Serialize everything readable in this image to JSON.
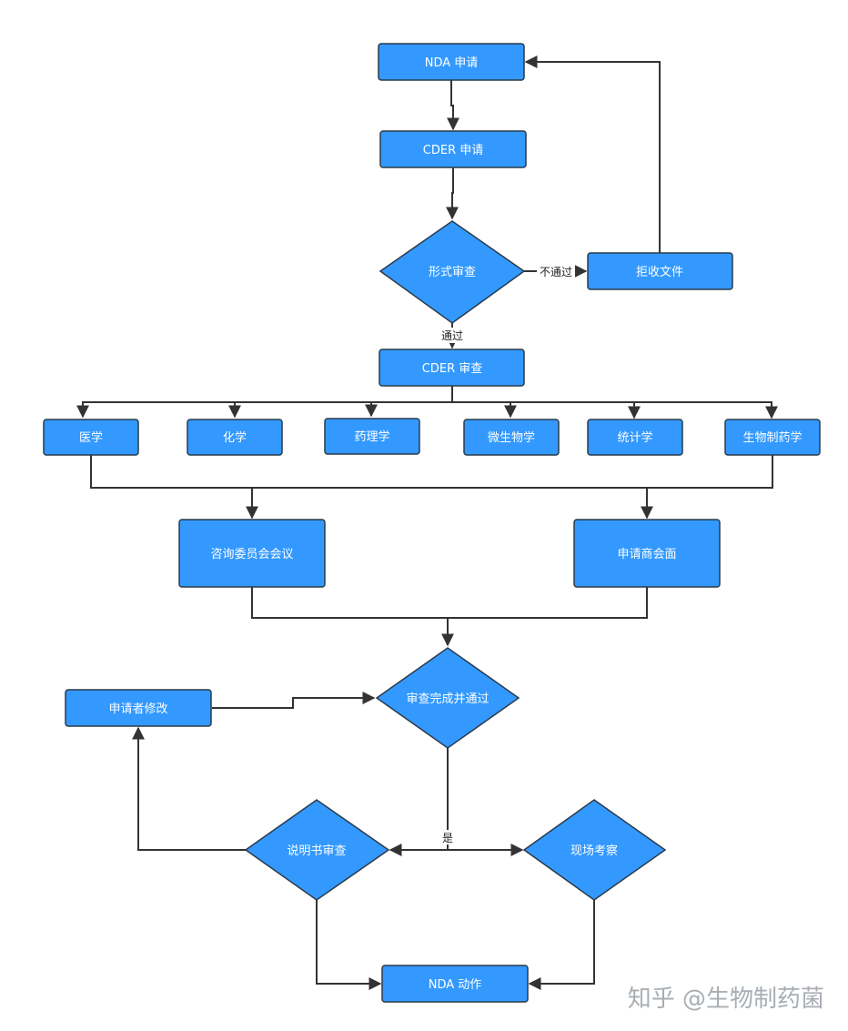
{
  "nodes": {
    "nda_apply": "NDA 申请",
    "cder_apply": "CDER 申请",
    "formal_review": "形式审查",
    "reject": "拒收文件",
    "cder_review": "CDER 审查",
    "medicine": "医学",
    "chemistry": "化学",
    "pharmacology": "药理学",
    "microbiology": "微生物学",
    "statistics": "统计学",
    "biopharma": "生物制药学",
    "advisory": "咨询委员会会议",
    "applicant_meeting": "申请商会面",
    "review_done": "审查完成并通过",
    "applicant_modify": "申请者修改",
    "label_review": "说明书审查",
    "site_inspection": "现场考察",
    "nda_action": "NDA 动作"
  },
  "edge_labels": {
    "fail": "不通过",
    "pass": "通过",
    "yes": "是"
  },
  "watermark": "知乎 @生物制药菌",
  "colors": {
    "node_fill": "#3399ff",
    "node_stroke": "#2a3a4a",
    "edge": "#333333"
  }
}
